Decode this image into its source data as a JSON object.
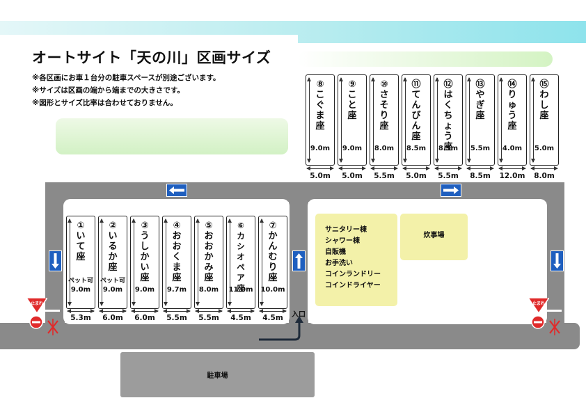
{
  "title": "オートサイト「天の川」区画サイズ",
  "notes": [
    "※各区画にお車１台分の駐車スペースが別途ございます。",
    "※サイズは区画の端から端までの大きさです。",
    "※図形とサイズ比率は合わせておりません。"
  ],
  "top_sites": [
    {
      "label": "⑧こぐま座",
      "length": "9.0m",
      "width": "5.0m"
    },
    {
      "label": "⑨こと座",
      "length": "9.0m",
      "width": "5.0m"
    },
    {
      "label": "⑩さそり座",
      "length": "8.0m",
      "width": "5.5m"
    },
    {
      "label": "⑪てんびん座",
      "length": "8.5m",
      "width": "5.0m"
    },
    {
      "label": "⑫はくちょう座",
      "length": "8.5m",
      "width": "5.5m"
    },
    {
      "label": "⑬やぎ座",
      "length": "5.5m",
      "width": "8.5m"
    },
    {
      "label": "⑭りゅう座",
      "length": "4.0m",
      "width": "12.0m"
    },
    {
      "label": "⑮わし座",
      "length": "5.0m",
      "width": "8.0m"
    }
  ],
  "bottom_sites": [
    {
      "label": "①いて座",
      "pet": "ペット可",
      "length": "9.0m",
      "width": "5.3m"
    },
    {
      "label": "②いるか座",
      "pet": "ペット可",
      "length": "9.0m",
      "width": "6.0m"
    },
    {
      "label": "③うしかい座",
      "pet": "",
      "length": "9.0m",
      "width": "6.0m"
    },
    {
      "label": "④おおくま座",
      "pet": "",
      "length": "9.7m",
      "width": "5.5m"
    },
    {
      "label": "⑤おおかみ座",
      "pet": "",
      "length": "8.0m",
      "width": "5.5m"
    },
    {
      "label": "⑥カシオペア座",
      "pet": "",
      "length": "11.0m",
      "width": "4.5m"
    },
    {
      "label": "⑦かんむり座",
      "pet": "",
      "length": "10.0m",
      "width": "4.5m"
    }
  ],
  "facility_main": [
    "サニタリー棟",
    "シャワー棟",
    "自販機",
    "お手洗い",
    "コインランドリー",
    "コインドライヤー"
  ],
  "facility_kitchen": "炊事場",
  "entrance": "入口",
  "parking": "駐車場",
  "stop_sign": "止まれ",
  "colors": {
    "road": "#8a8a8a",
    "arrow_blue": "#1f5fbf",
    "facility": "#f3f1a9",
    "stop_red": "#e02a2a"
  }
}
